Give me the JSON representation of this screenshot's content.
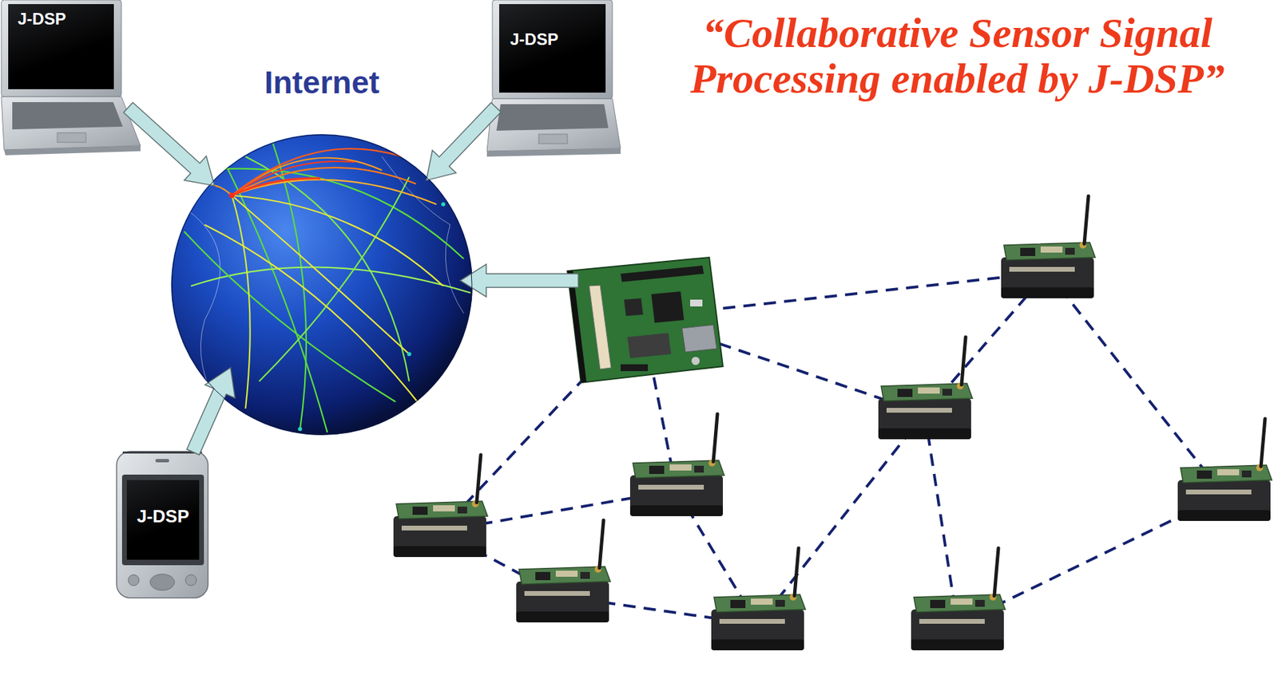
{
  "diagram": {
    "title": "“Collaborative Sensor Signal Processing enabled by J-DSP”",
    "nodes": [
      {
        "text": [
          "J-DSP"
        ]
      },
      {
        "text": [
          "Internet"
        ]
      },
      {
        "text": [
          "J-DSP"
        ]
      },
      {
        "text": [
          "J-DSP"
        ]
      }
    ],
    "edges": [
      {
        "from": 0,
        "to": 1,
        "arrow": "to"
      },
      {
        "from": 2,
        "to": 1,
        "arrow": "to"
      },
      {
        "from": 3,
        "to": 1,
        "arrow": "to"
      }
    ]
  }
}
